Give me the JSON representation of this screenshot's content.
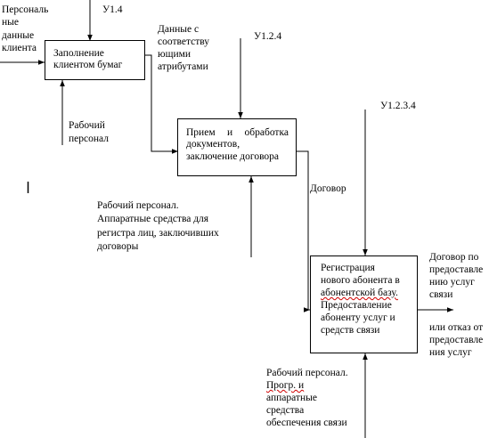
{
  "boxes": {
    "b1": {
      "lines": [
        "Заполнение",
        "клиентом бумаг"
      ]
    },
    "b2": {
      "lines": [
        "Прием и обработка",
        "документов,",
        "заключение договора"
      ]
    },
    "b3": {
      "lines": [
        "Регистрация",
        "нового абонента в",
        "абонентской базу.",
        "Предоставление",
        "абоненту услуг и",
        "средств связи"
      ]
    }
  },
  "labels": {
    "input_client_data": [
      "Персональ",
      "ные",
      "данные",
      "клиента"
    ],
    "control_1": "У1.4",
    "control_2": "У1.2.4",
    "control_3": "У1.2.3.4",
    "data_attrs": [
      "Данные с",
      "соответству",
      "ющими",
      "атрибутами"
    ],
    "mech_1": [
      "Рабочий",
      "персонал"
    ],
    "mech_2": [
      "Рабочий персонал.",
      "Аппаратные средства для",
      "регистра лиц, заключивших",
      "договоры"
    ],
    "contract": "Договор",
    "output_1": [
      "Договор по",
      "предоставле",
      "нию услуг",
      "связи"
    ],
    "output_2": [
      "или отказ от",
      "предоставле",
      "ния услуг"
    ],
    "mech_3": [
      "Рабочий персонал.",
      "Прогр. и",
      "аппаратные",
      "средства",
      "обеспечения связи"
    ]
  }
}
